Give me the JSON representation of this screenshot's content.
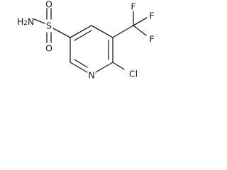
{
  "structure": {
    "atoms": {
      "nh2": {
        "main": "H",
        "sub": "2",
        "tail": "N"
      },
      "sulfur": "S",
      "oxygen_top": "O",
      "oxygen_bottom": "O",
      "nitrogen_ring": "N",
      "chlorine": "Cl",
      "fluorine_top": "F",
      "fluorine_right": "F",
      "fluorine_lower": "F"
    },
    "bond_color": "#1a1a1a",
    "label_color": "#1a1a1a"
  }
}
